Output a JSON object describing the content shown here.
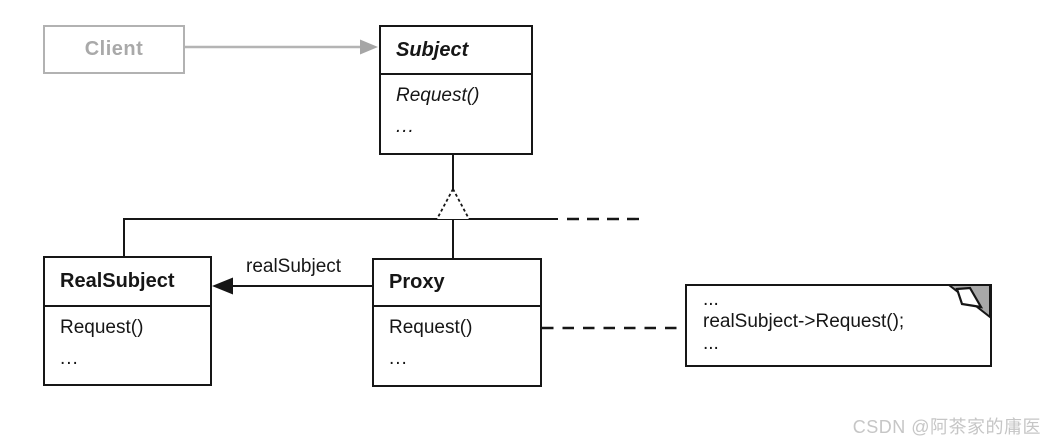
{
  "diagram": {
    "type": "uml-class-diagram",
    "pattern": "Proxy",
    "classes": {
      "client": {
        "name": "Client"
      },
      "subject": {
        "name": "Subject",
        "methods": [
          "Request()",
          "..."
        ]
      },
      "realsubject": {
        "name": "RealSubject",
        "methods": [
          "Request()",
          "..."
        ]
      },
      "proxy": {
        "name": "Proxy",
        "methods": [
          "Request()",
          "..."
        ]
      }
    },
    "labels": {
      "proxy_to_realsubject": "realSubject"
    },
    "note": {
      "lines": [
        "...",
        "realSubject->Request();",
        "..."
      ]
    },
    "watermark": "CSDN @阿茶家的庸医"
  },
  "colors": {
    "ink": "#161616",
    "muted_gray": "#b4b4b4",
    "arrow_gray": "#a6a6a6",
    "fold_gray": "#a9a9a9",
    "watermark_gray": "#c6c6c6",
    "background": "#ffffff"
  }
}
